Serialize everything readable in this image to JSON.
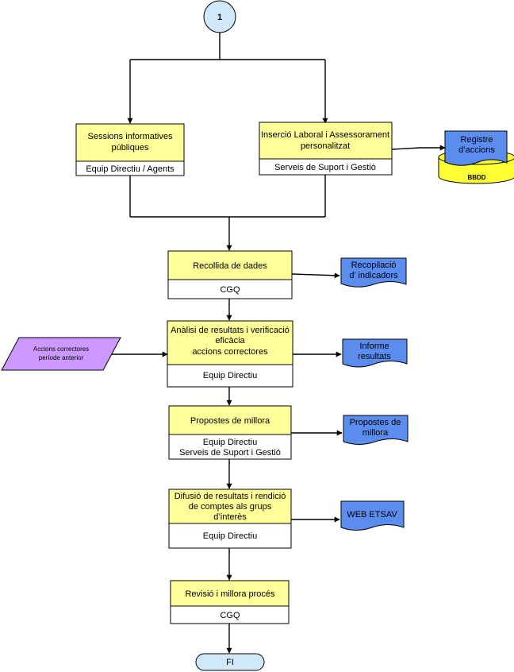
{
  "colors": {
    "process_fill": "#ffff99",
    "role_fill": "#ffffff",
    "document_fill": "#5b8def",
    "terminal_fill": "#cfe9fb",
    "input_fill": "#cc99ff",
    "database_fill": "#ffff33",
    "line": "#000000"
  },
  "connector": {
    "label": "1",
    "shape": "circle"
  },
  "steps": {
    "sessions": {
      "title_line1": "Sessions informatives",
      "title_line2": "públiques",
      "role": "Equip Directiu / Agents"
    },
    "insercio": {
      "title_line1": "Inserció Laboral i Assessorament",
      "title_line2": "personalitzat",
      "role": "Serveis de Suport i Gestió"
    },
    "recollida": {
      "title": "Recollida de dades",
      "role": "CGQ"
    },
    "analisi": {
      "title_line1": "Anàlisi de resultats i verificació",
      "title_line2": "eficàcia",
      "title_line3": "accions correctores",
      "role": "Equip  Directiu"
    },
    "propostes": {
      "title": "Propostes de millora",
      "role_line1": "Equip Directiu",
      "role_line2": "Serveis de Suport i Gestió"
    },
    "difusio": {
      "title_line1": "Difusió de resultats i rendició",
      "title_line2": "de comptes als grups",
      "title_line3": "d’interès",
      "role": "Equip Directiu"
    },
    "revisio": {
      "title": "Revisió i millora procés",
      "role": "CGQ"
    }
  },
  "documents": {
    "registre": {
      "line1": "Registre",
      "line2": "d’accions",
      "icon": "document-icon"
    },
    "bbdd": {
      "label": "BBDD",
      "icon": "database-icon"
    },
    "recopilacio": {
      "line1": "Recopilació",
      "line2": "d’ indicadors",
      "icon": "document-icon"
    },
    "informe": {
      "line1": "Informe",
      "line2": "resultats",
      "icon": "document-icon"
    },
    "propostes_doc": {
      "line1": "Propostes  de",
      "line2": "millora",
      "icon": "document-icon"
    },
    "web": {
      "label": "WEB ETSAV",
      "icon": "document-icon"
    }
  },
  "input": {
    "line1": "Accions correctores",
    "line2": "període anterior"
  },
  "terminal": {
    "label": "FI"
  }
}
